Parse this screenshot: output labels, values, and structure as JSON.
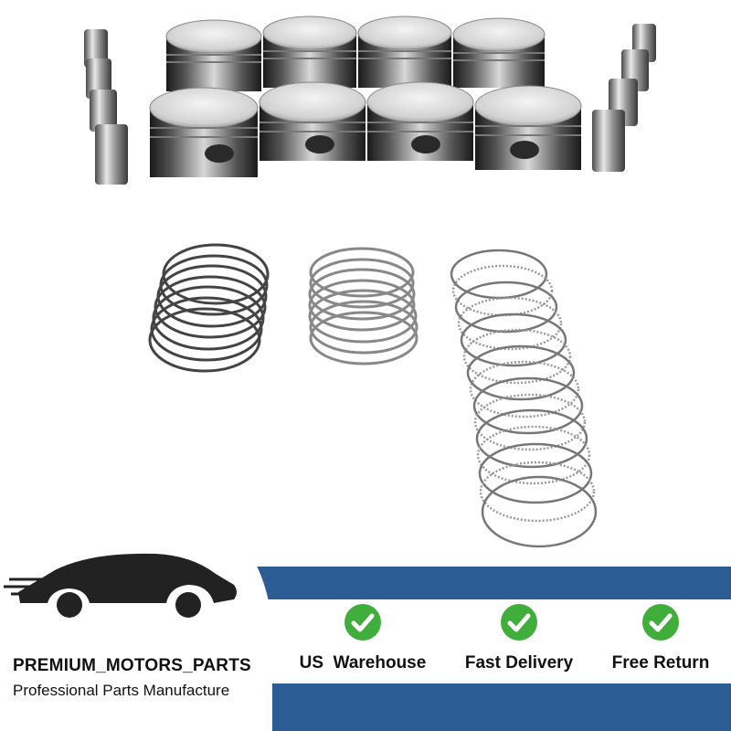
{
  "brand": {
    "name": "PREMIUM_MOTORS_PARTS",
    "tagline": "Professional Parts Manufacture"
  },
  "features": [
    {
      "label": "US  Warehouse",
      "icon": "check-circle-icon"
    },
    {
      "label": "Fast Delivery",
      "icon": "check-circle-icon"
    },
    {
      "label": "Free Return",
      "icon": "check-circle-icon"
    }
  ],
  "colors": {
    "band_blue": "#2b5d94",
    "check_green": "#3fae3a",
    "text": "#111111"
  },
  "product": {
    "pistons": 8,
    "wrist_pins": 8,
    "ring_stacks": 3
  }
}
